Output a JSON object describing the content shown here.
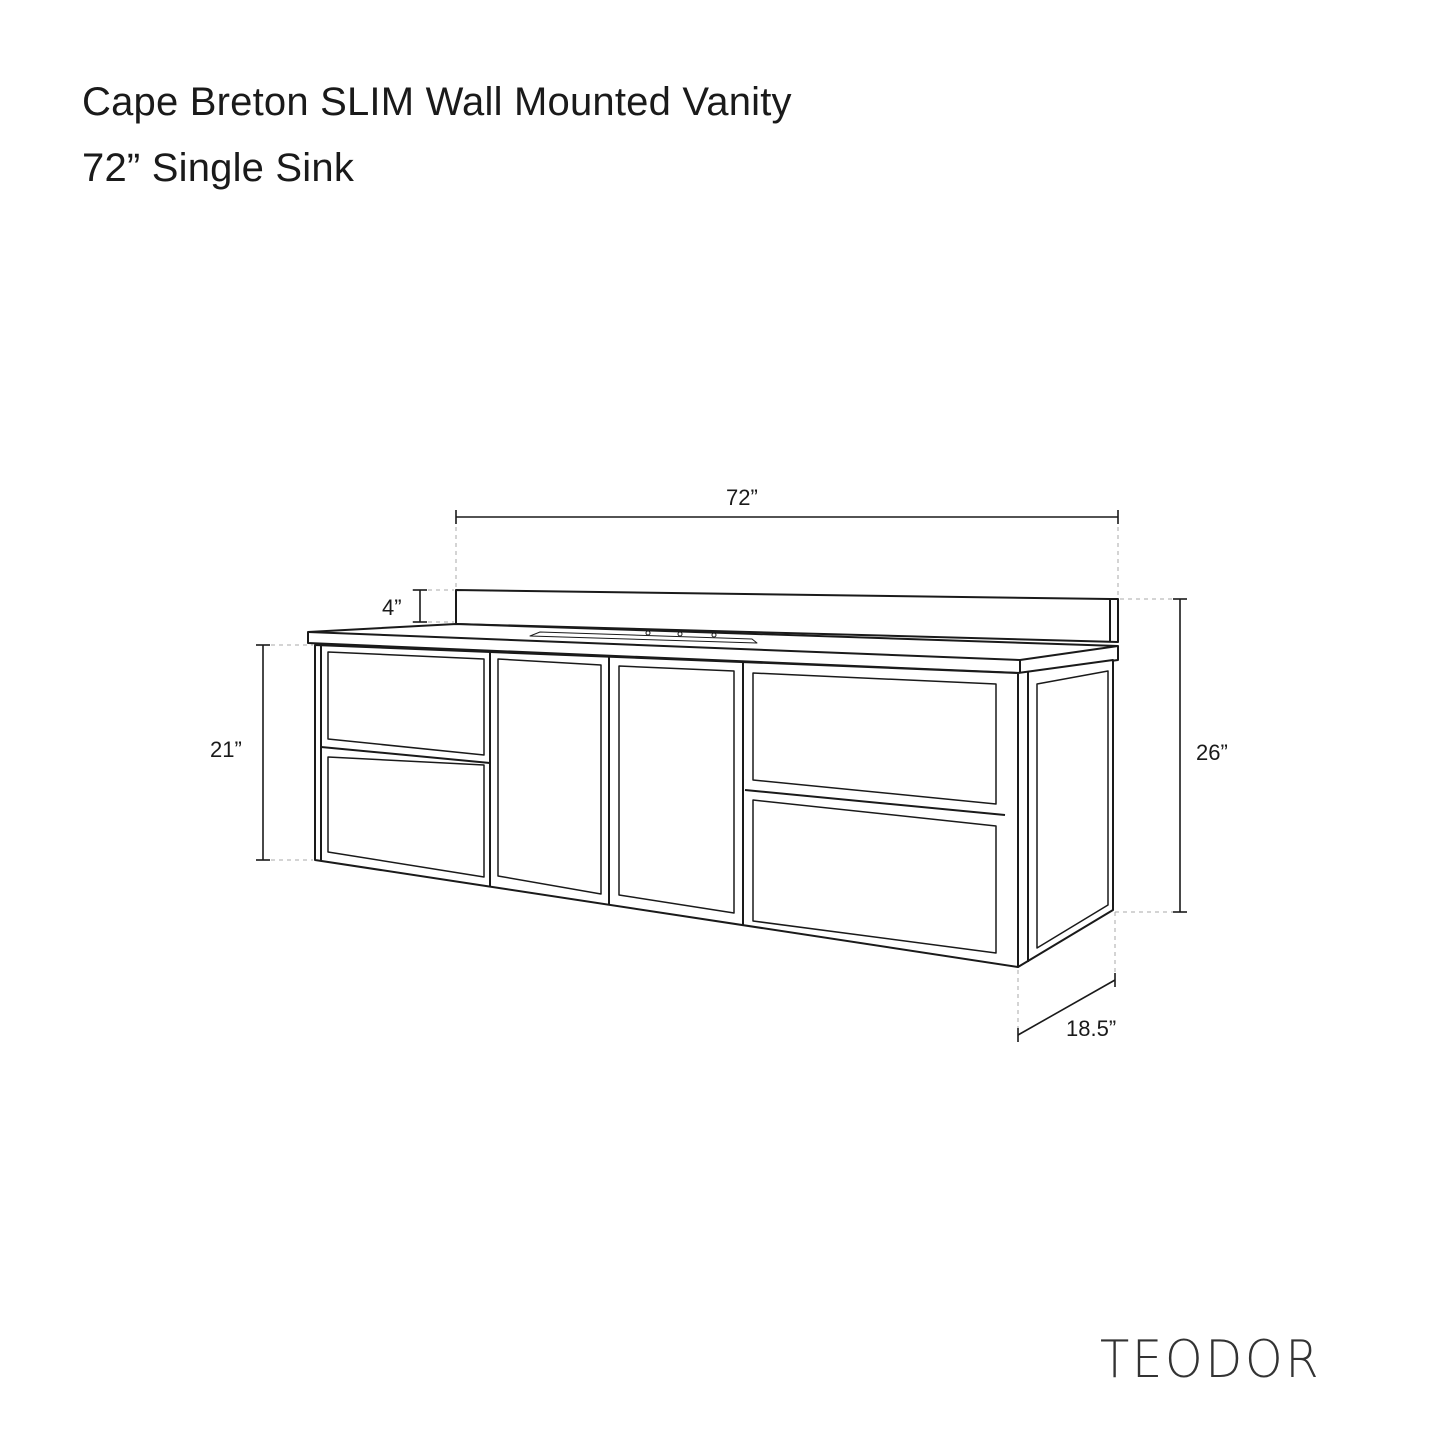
{
  "header": {
    "title": "Cape Breton SLIM Wall Mounted Vanity",
    "subtitle": "72” Single Sink"
  },
  "dimensions": {
    "width": "72”",
    "backsplash": "4”",
    "cabinet_height": "21”",
    "total_height": "26”",
    "depth": "18.5”"
  },
  "brand": {
    "logo": "TEODOR"
  }
}
